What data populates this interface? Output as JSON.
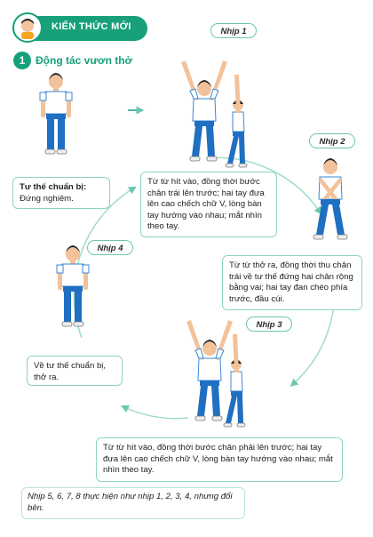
{
  "header": {
    "title": "KIẾN THỨC MỚI",
    "icon": "student-avatar-icon"
  },
  "section": {
    "number": "1",
    "title": "Động tác vươn thở"
  },
  "ready": {
    "title": "Tư thế chuẩn bị:",
    "text": "Đứng nghiêm."
  },
  "beats": {
    "b1": {
      "label": "Nhịp 1",
      "text": "Từ từ hít vào, đồng thời bước chân trái lên trước; hai tay đưa lên cao chếch chữ V, lòng bàn tay hướng vào nhau; mắt nhìn theo tay."
    },
    "b2": {
      "label": "Nhịp 2",
      "text": "Từ từ thở ra, đồng thời thu chân trái về tư thế đứng hai chân rộng bằng vai; hai tay đan chéo phía trước, đầu cúi."
    },
    "b3": {
      "label": "Nhịp 3",
      "text": "Từ từ hít vào, đồng thời bước chân phải lên trước; hai tay đưa lên cao chếch chữ V, lòng bàn tay hướng vào nhau; mắt nhìn theo tay."
    },
    "b4": {
      "label": "Nhịp 4",
      "text": "Về tư thế chuẩn bị, thở ra."
    }
  },
  "note": "Nhịp 5, 6, 7, 8 thực hiện như nhịp 1, 2, 3, 4, nhưng đổi bên.",
  "colors": {
    "accent": "#17a07a",
    "shirt": "#ffffff",
    "pants": "#1f6fc2",
    "skin": "#f2c29b",
    "hair": "#222222"
  }
}
